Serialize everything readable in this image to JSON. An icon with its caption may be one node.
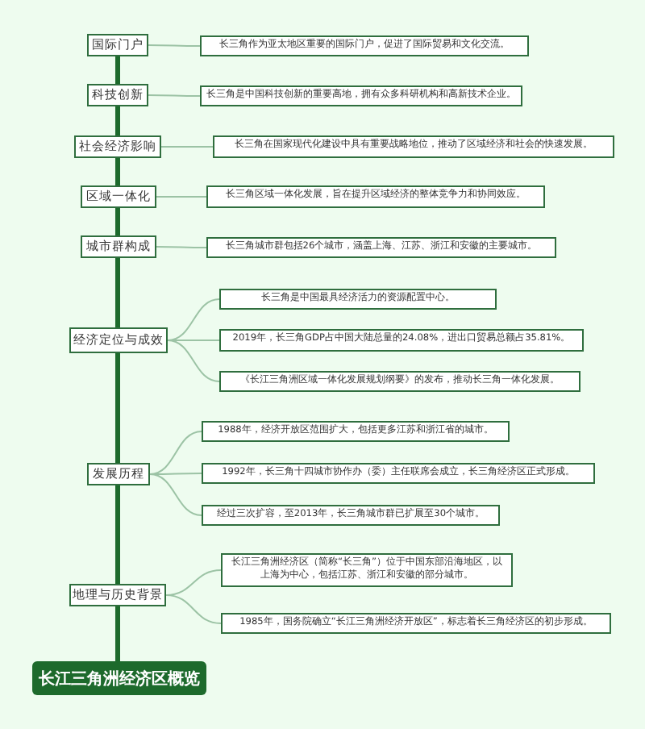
{
  "diagram": {
    "title": "长江三角洲经济区概览",
    "nodes": [
      {
        "text": [
          "国际门户"
        ]
      },
      {
        "text": [
          "长三角作为亚太地区重要的国际门户，促进了国际贸易和文化交流。"
        ]
      },
      {
        "text": [
          "科技创新"
        ]
      },
      {
        "text": [
          "长三角是中国科技创新的重要高地，拥有众多科研机构和高新技术企业。"
        ]
      },
      {
        "text": [
          "社会经济影响"
        ]
      },
      {
        "text": [
          "长三角在国家现代化建设中具有重要战略地位，推动了区域经济和社会的快速发展。"
        ]
      },
      {
        "text": [
          "区域一体化"
        ]
      },
      {
        "text": [
          "长三角区域一体化发展，旨在提升区域经济的整体竞争力和协同效应。"
        ]
      },
      {
        "text": [
          "城市群构成"
        ]
      },
      {
        "text": [
          "长三角城市群包括26个城市，涵盖上海、江苏、浙江和安徽的主要城市。"
        ]
      },
      {
        "text": [
          "经济定位与成效"
        ]
      },
      {
        "text": [
          "长三角是中国最具经济活力的资源配置中心。"
        ]
      },
      {
        "text": [
          "2019年，长三角GDP占中国大陆总量的24.08%，进出口贸易总额占35.81%。"
        ]
      },
      {
        "text": [
          "《长江三角洲区域一体化发展规划纲要》的发布，推动长三角一体化发展。"
        ]
      },
      {
        "text": [
          "发展历程"
        ]
      },
      {
        "text": [
          "1988年，经济开放区范围扩大，包括更多江苏和浙江省的城市。"
        ]
      },
      {
        "text": [
          "1992年，长三角十四城市协作办（委）主任联席会成立，长三角经济区正式形成。"
        ]
      },
      {
        "text": [
          "经过三次扩容，至2013年，长三角城市群已扩展至30个城市。"
        ]
      },
      {
        "text": [
          "地理与历史背景"
        ]
      },
      {
        "text": [
          "长江三角洲经济区（简称“长三角”）位于中国东部沿海地区，以上海为中心，包括江苏、浙江和安徽的部分城市。"
        ]
      },
      {
        "text": [
          "1985年，国务院确立“长江三角洲经济开放区”，标志着长三角经济区的初步形成。"
        ]
      }
    ],
    "edges": [
      {
        "from": null,
        "to": 18,
        "arrow": "none",
        "style": "thick",
        "color": "#1d6a2c"
      },
      {
        "from": 18,
        "to": 14,
        "arrow": "none",
        "style": "thick",
        "color": "#1d6a2c"
      },
      {
        "from": 14,
        "to": 10,
        "arrow": "none",
        "style": "thick",
        "color": "#1d6a2c"
      },
      {
        "from": 10,
        "to": 8,
        "arrow": "none",
        "style": "thick",
        "color": "#1d6a2c"
      },
      {
        "from": 8,
        "to": 6,
        "arrow": "none",
        "style": "thick",
        "color": "#1d6a2c"
      },
      {
        "from": 6,
        "to": 4,
        "arrow": "none",
        "style": "thick",
        "color": "#1d6a2c"
      },
      {
        "from": 4,
        "to": 2,
        "arrow": "none",
        "style": "thick",
        "color": "#1d6a2c"
      },
      {
        "from": 2,
        "to": 0,
        "arrow": "none",
        "style": "thick",
        "color": "#1d6a2c"
      },
      {
        "from": 0,
        "to": 1,
        "arrow": "none"
      },
      {
        "from": 2,
        "to": 3,
        "arrow": "none"
      },
      {
        "from": 4,
        "to": 5,
        "arrow": "none"
      },
      {
        "from": 6,
        "to": 7,
        "arrow": "none"
      },
      {
        "from": 8,
        "to": 9,
        "arrow": "none"
      },
      {
        "from": 10,
        "to": 11,
        "arrow": "none"
      },
      {
        "from": 10,
        "to": 12,
        "arrow": "none"
      },
      {
        "from": 10,
        "to": 13,
        "arrow": "none"
      },
      {
        "from": 14,
        "to": 15,
        "arrow": "none"
      },
      {
        "from": 14,
        "to": 16,
        "arrow": "none"
      },
      {
        "from": 14,
        "to": 17,
        "arrow": "none"
      },
      {
        "from": 18,
        "to": 19,
        "arrow": "none"
      },
      {
        "from": 18,
        "to": 20,
        "arrow": "none"
      }
    ]
  }
}
